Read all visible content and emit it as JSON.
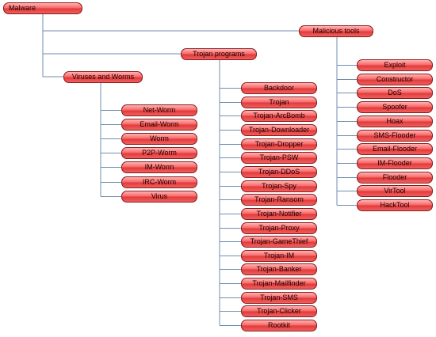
{
  "root": "Malware",
  "malicious_tools": {
    "label": "Malicious tools",
    "items": [
      "Exploit",
      "Constructor",
      "DoS",
      "Spoofer",
      "Hoax",
      "SMS-Flooder",
      "Email-Flooder",
      "IM-Flooder",
      "Flooder",
      "VirTool",
      "HackTool"
    ]
  },
  "trojan_programs": {
    "label": "Trojan programs",
    "items": [
      "Backdoor",
      "Trojan",
      "Trojan-ArcBomb",
      "Trojan-Downloader",
      "Trojan-Dropper",
      "Trojan-PSW",
      "Trojan-DDoS",
      "Trojan-Spy",
      "Trojan-Ransom",
      "Trojan-Notifier",
      "Trojan-Proxy",
      "Trojan-GameThief",
      "Trojan-IM",
      "Trojan-Banker",
      "Trojan-Mailfinder",
      "Trojan-SMS",
      "Trojan-Clicker",
      "Rootkit"
    ]
  },
  "viruses_and_worms": {
    "label": "Viruses and Worms",
    "items": [
      "Net-Worm",
      "Email-Worm",
      "Worm",
      "P2P-Worm",
      "IM-Worm",
      "IRC-Worm",
      "Virus"
    ]
  },
  "colors": {
    "node_fill": "#f06060",
    "node_border": "#8a1a1a",
    "connector": "#6f8fb0"
  }
}
